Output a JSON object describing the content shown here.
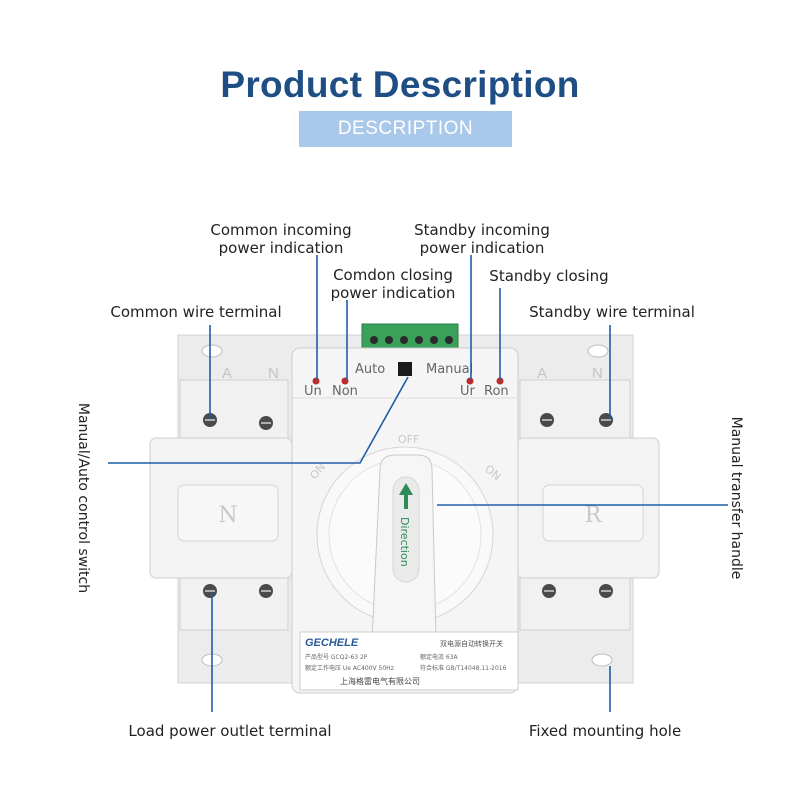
{
  "title": "Product Description",
  "badge": "DESCRIPTION",
  "labels": {
    "common_incoming_l1": "Common incoming",
    "common_incoming_l2": "power indication",
    "common_closing_l1": "Comdon closing",
    "common_closing_l2": "power indication",
    "standby_incoming_l1": "Standby incoming",
    "standby_incoming_l2": "power indication",
    "standby_closing": "Standby closing",
    "common_wire_terminal": "Common wire terminal",
    "standby_wire_terminal": "Standby wire terminal",
    "manual_auto_switch": "Manual/Auto control switch",
    "manual_transfer_handle": "Manual transfer handle",
    "load_outlet": "Load power outlet terminal",
    "mounting_hole": "Fixed mounting hole"
  },
  "device": {
    "phase_a": "A",
    "phase_n": "N",
    "module_left": "N",
    "module_right": "R",
    "auto": "Auto",
    "manual": "Manual",
    "un": "Un",
    "non": "Non",
    "ur": "Ur",
    "ron": "Ron",
    "off": "OFF",
    "on": "ON",
    "handle_text": "Direction",
    "brand": "GECHELE",
    "plate_line1": "产品型号 GCQ2-63 2P",
    "plate_line1b": "额定电流 63A",
    "plate_line2": "额定工作电压 Ue AC400V 50Hz",
    "plate_line2b": "符合标准 GB/T14048.11-2016",
    "plate_bottom": "上海格雷电气有限公司",
    "plate_title": "双电源自动转换开关"
  },
  "colors": {
    "title": "#1f4e84",
    "badge": "#a9c8ea",
    "pointer": "#1f5fa8",
    "indicator": "#c0282a",
    "terminal": "#3aa05a"
  }
}
